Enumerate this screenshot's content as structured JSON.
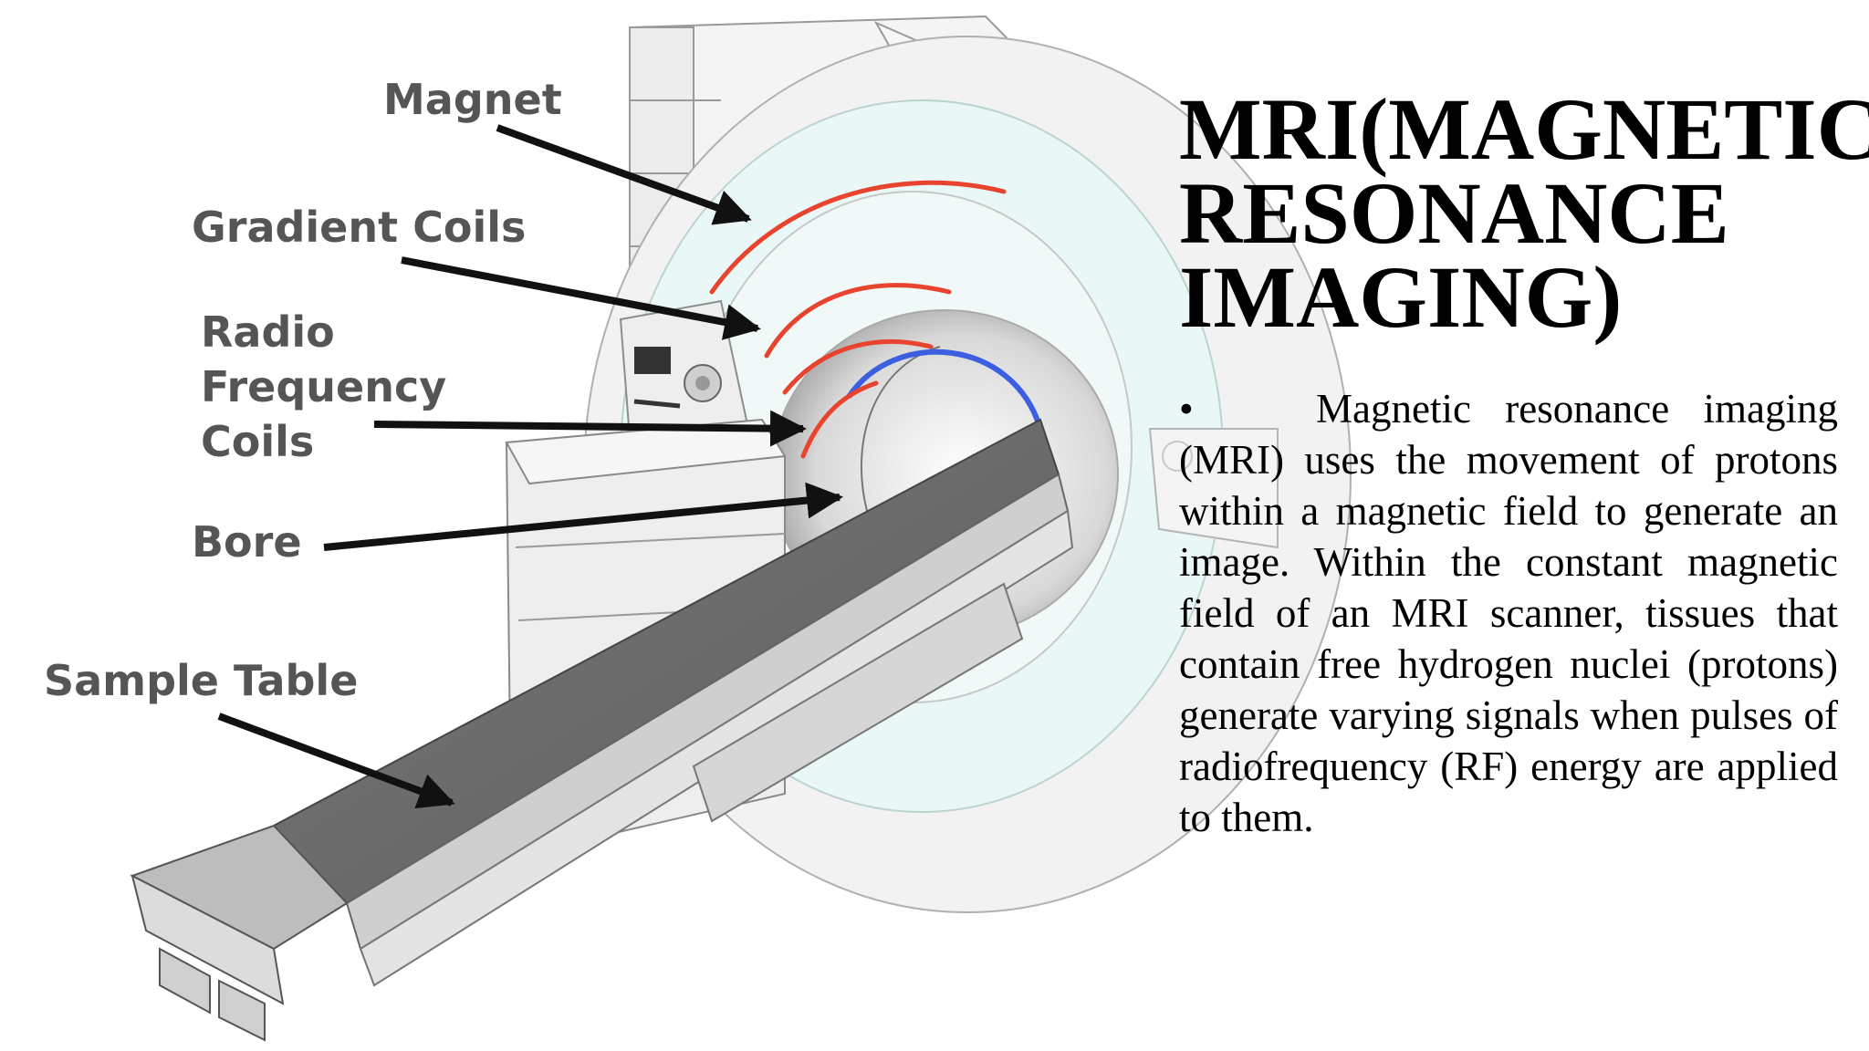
{
  "labels": {
    "magnet": "Magnet",
    "gradient_coils": "Gradient Coils",
    "rf_line1": "Radio",
    "rf_line2": "Frequency",
    "rf_line3": "Coils",
    "bore": "Bore",
    "sample_table": "Sample Table"
  },
  "slide": {
    "title_line1": "MRI(MAGNETIC",
    "title_line2": "RESONANCE",
    "title_line3": "IMAGING)",
    "bullet": "•",
    "body": "Magnetic resonance imaging (MRI) uses the movement of protons within a magnetic field to generate an image. Within the constant magnetic field of an MRI scanner, tissues that contain free hydrogen nuclei (protons) generate varying signals when pulses of radiofrequency (RF) energy are applied to them."
  },
  "colors": {
    "coil_red": "#e8432f",
    "bore_blue": "#3b5fe0",
    "housing_tint": "#e9f8f6",
    "table_dark": "#6b6b6b",
    "label_gray": "#555555"
  }
}
